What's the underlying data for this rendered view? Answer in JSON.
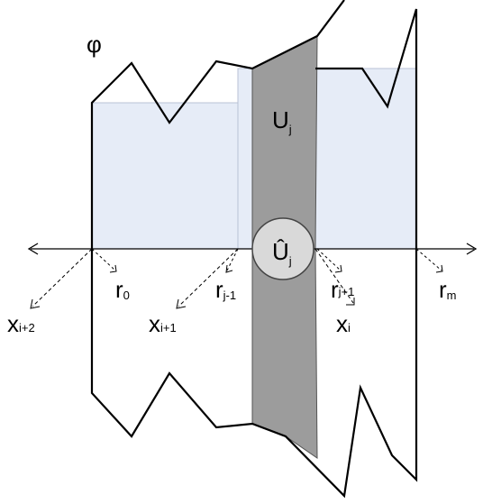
{
  "labels": {
    "phi": "φ",
    "U_main": "U",
    "U_sub": "j",
    "Uhat_main": "Û",
    "Uhat_sub": "j",
    "r0_main": "r",
    "r0_sub": "0",
    "rj_minus_main": "r",
    "rj_minus_sub": "j-1",
    "rj_plus_main": "r",
    "rj_plus_sub": "j+1",
    "rm_main": "r",
    "rm_sub": "m",
    "x_i2_main": "x",
    "x_i2_sub": "i+2",
    "x_i1_main": "x",
    "x_i1_sub": "i+1",
    "x_i_main": "x",
    "x_i_sub": "i"
  },
  "colors": {
    "region_fill": "#e6ecf7",
    "region_stroke": "#b8c2d4",
    "band_fill": "#9c9c9c",
    "circle_fill": "#d9d9d9",
    "line": "#000000"
  }
}
